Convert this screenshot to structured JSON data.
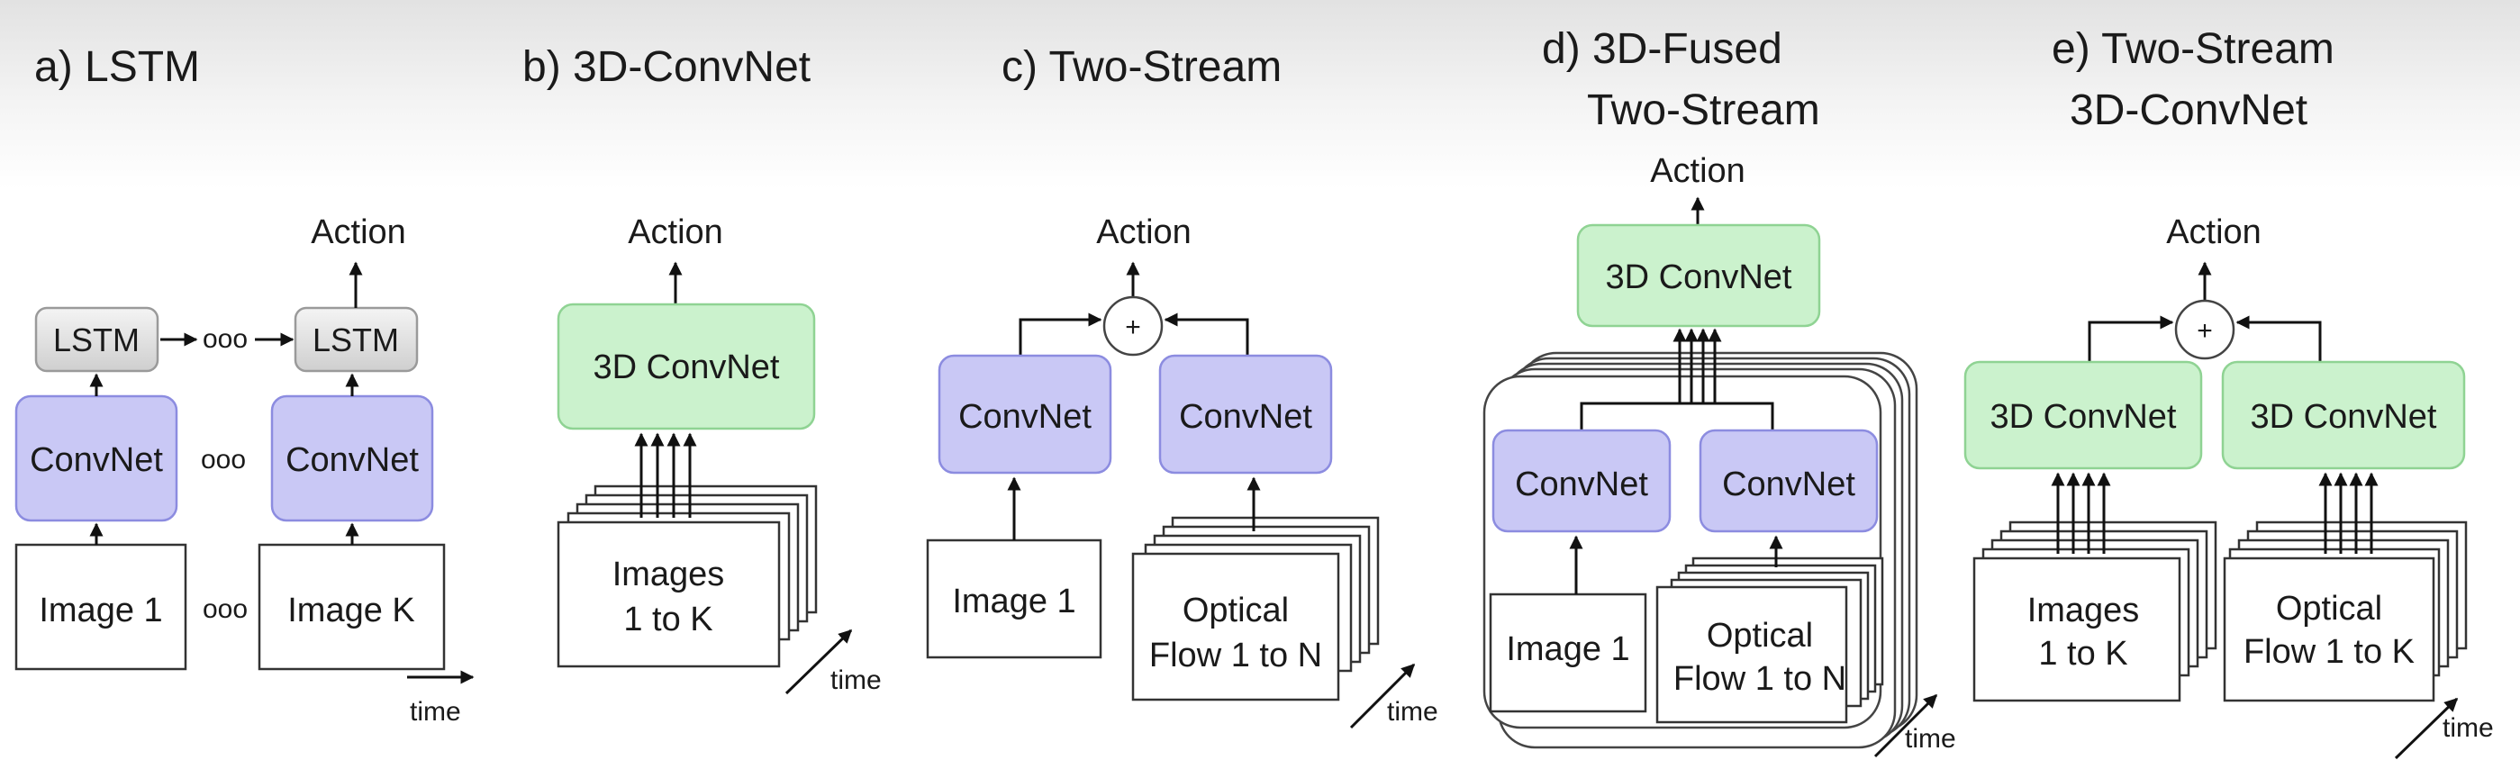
{
  "panels": {
    "a": {
      "title": "a) LSTM",
      "action": "Action",
      "lstm_label": "LSTM",
      "convnet_label": "ConvNet",
      "image_first": "Image 1",
      "image_last": "Image K",
      "ellipsis": "ooo",
      "time_label": "time"
    },
    "b": {
      "title": "b) 3D-ConvNet",
      "action": "Action",
      "convnet_label": "3D ConvNet",
      "images_line1": "Images",
      "images_line2": "1 to K",
      "time_label": "time"
    },
    "c": {
      "title": "c) Two-Stream",
      "action": "Action",
      "plus": "+",
      "convnet_label": "ConvNet",
      "image_label": "Image 1",
      "flow_line1": "Optical",
      "flow_line2": "Flow 1 to N",
      "time_label": "time"
    },
    "d": {
      "title_line1": "d) 3D-Fused",
      "title_line2": "Two-Stream",
      "action": "Action",
      "top_label": "3D ConvNet",
      "convnet_label": "ConvNet",
      "image_label": "Image 1",
      "flow_line1": "Optical",
      "flow_line2": "Flow 1 to N",
      "time_label": "time"
    },
    "e": {
      "title_line1": "e) Two-Stream",
      "title_line2": "3D-ConvNet",
      "action": "Action",
      "plus": "+",
      "convnet_label": "3D ConvNet",
      "images_line1": "Images",
      "images_line2": "1 to K",
      "flow_line1": "Optical",
      "flow_line2": "Flow 1 to K",
      "time_label": "time"
    }
  },
  "colors": {
    "convnet_fill": "#c9c8f5",
    "convnet_border": "#8c8ce0",
    "conv3d_fill": "#cbf2cd",
    "conv3d_border": "#8fd393",
    "lstm_fill": "#e6e6e6",
    "line": "#111111"
  }
}
